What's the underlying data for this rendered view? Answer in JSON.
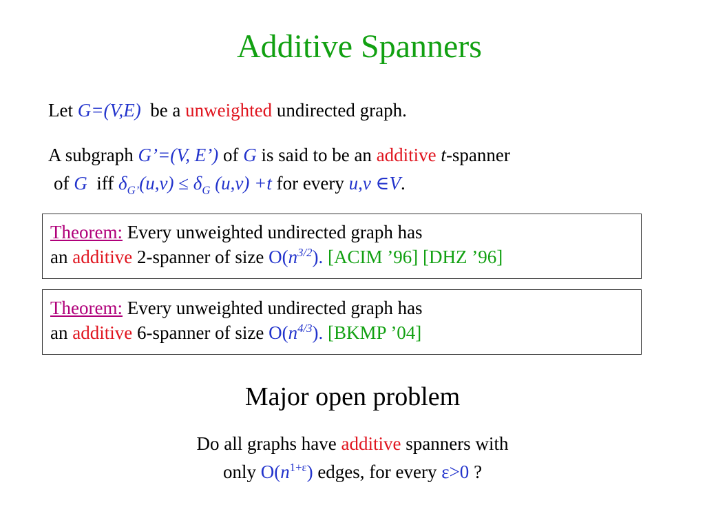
{
  "title": "Additive Spanners",
  "intro": {
    "let": "Let",
    "graph": "G=(V,E)",
    "be_a": "be a",
    "unweighted": "unweighted",
    "rest": "undirected graph."
  },
  "definition": {
    "line1_a": "A subgraph",
    "subgraph": "G’=(V, E’)",
    "of": "of",
    "g": "G",
    "is_said": "is said to be an",
    "additive": "additive",
    "t": "t",
    "spanner": "-spanner",
    "line2_of": "of",
    "line2_g": "G",
    "iff": "iff",
    "delta1": "δ",
    "sub1": "G’",
    "uv1": "(u,v)",
    "leq": "≤",
    "delta2": "δ",
    "sub2": "G",
    "uv2": "(u,v) +t",
    "for_every": "for every",
    "uv_in": "u,v ∈V",
    "period": "."
  },
  "theorem1": {
    "label": "Theorem:",
    "line1": "Every unweighted undirected graph has",
    "an": "an",
    "additive": "additive",
    "mid": "2-spanner of size",
    "o_open": "O(",
    "n": "n",
    "exp": "3/2",
    "o_close": ").",
    "refs": "[ACIM ’96] [DHZ ’96]"
  },
  "theorem2": {
    "label": "Theorem:",
    "line1": "Every unweighted undirected graph has",
    "an": "an",
    "additive": "additive",
    "mid": "6-spanner of size",
    "o_open": "O(",
    "n": "n",
    "exp": "4/3",
    "o_close": ").",
    "refs": "[BKMP ’04]"
  },
  "open_problem": {
    "heading": "Major open problem",
    "line1_a": "Do all graphs have",
    "additive": "additive",
    "line1_b": "spanners with",
    "line2_a": "only",
    "o_open": "O(",
    "n": "n",
    "exp": "1+ε",
    "o_close": ")",
    "edges": "edges, for every",
    "eps": "ε>0",
    "q": "?"
  }
}
